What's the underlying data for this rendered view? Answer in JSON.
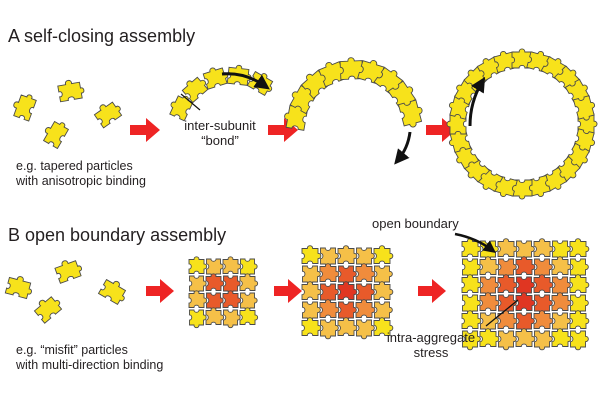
{
  "panel_a": {
    "title": "A  self-closing assembly",
    "caption_line1": "e.g. tapered particles",
    "caption_line2": "with anisotropic binding",
    "bond_label_line1": "inter-subunit",
    "bond_label_line2": "“bond”"
  },
  "panel_b": {
    "title": "B   open boundary assembly",
    "caption_line1": "e.g. “misfit” particles",
    "caption_line2": "with multi-direction binding",
    "boundary_label": "open boundary",
    "stress_label_line1": "intra-aggregate",
    "stress_label_line2": "stress"
  },
  "colors": {
    "subunit_yellow": "#f7e21b",
    "light_orange": "#f5c048",
    "mid_orange": "#f08c3c",
    "dark_orange": "#e85a2a",
    "deep_red": "#e03622",
    "arrow_red": "#ee2424",
    "outline": "#4a4a4a"
  }
}
